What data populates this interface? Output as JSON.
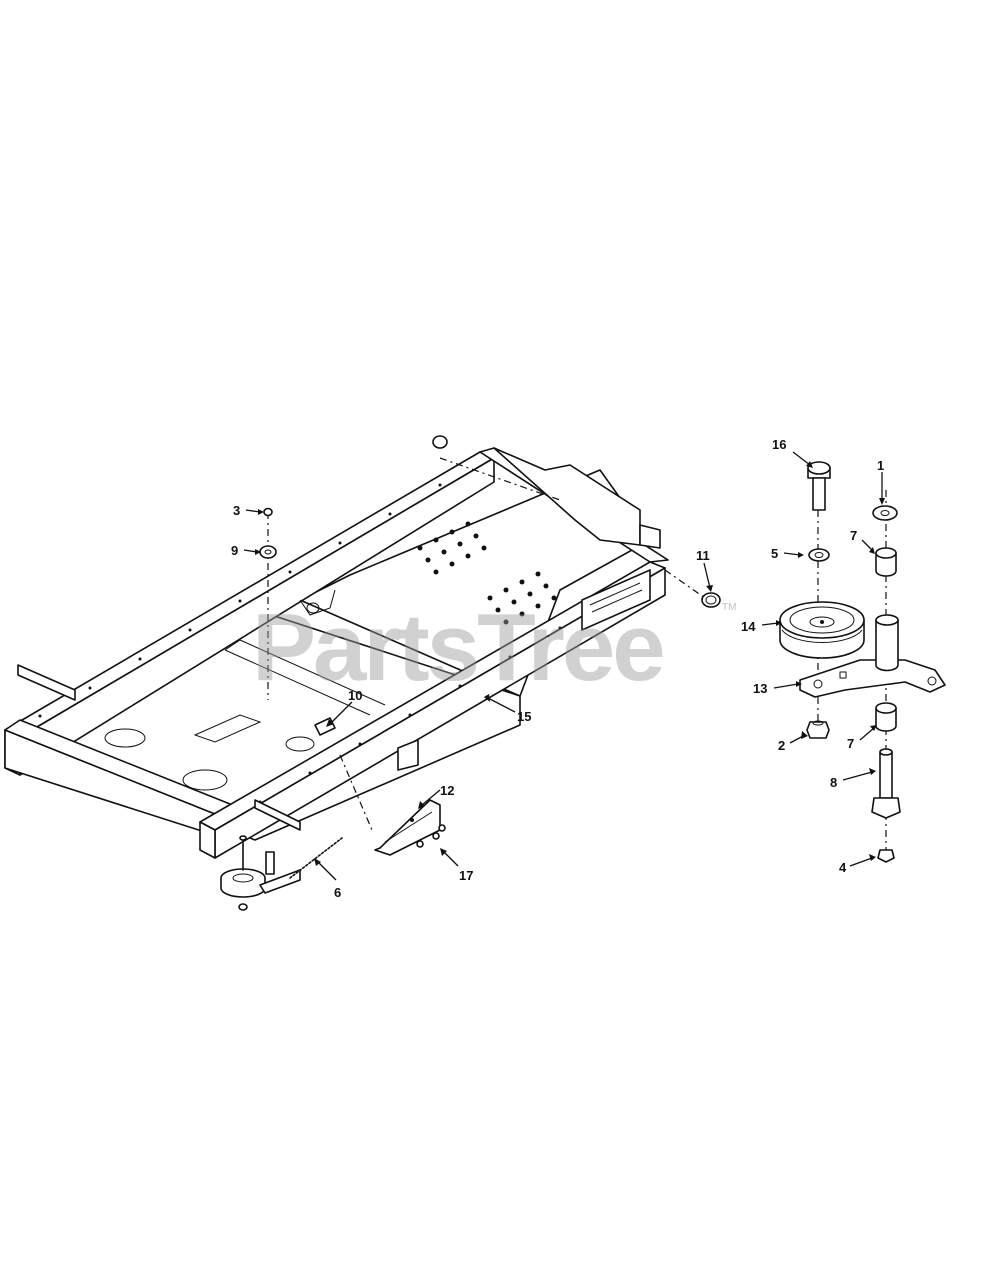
{
  "watermark": {
    "text": "PartsTree",
    "trademark": "TM"
  },
  "callouts": [
    {
      "id": "1",
      "label": "1"
    },
    {
      "id": "2",
      "label": "2"
    },
    {
      "id": "3",
      "label": "3"
    },
    {
      "id": "4",
      "label": "4"
    },
    {
      "id": "5",
      "label": "5"
    },
    {
      "id": "6",
      "label": "6"
    },
    {
      "id": "7a",
      "label": "7"
    },
    {
      "id": "7b",
      "label": "7"
    },
    {
      "id": "8",
      "label": "8"
    },
    {
      "id": "9",
      "label": "9"
    },
    {
      "id": "10",
      "label": "10"
    },
    {
      "id": "11",
      "label": "11"
    },
    {
      "id": "12",
      "label": "12"
    },
    {
      "id": "13",
      "label": "13"
    },
    {
      "id": "14",
      "label": "14"
    },
    {
      "id": "15",
      "label": "15"
    },
    {
      "id": "16",
      "label": "16"
    },
    {
      "id": "17",
      "label": "17"
    }
  ]
}
